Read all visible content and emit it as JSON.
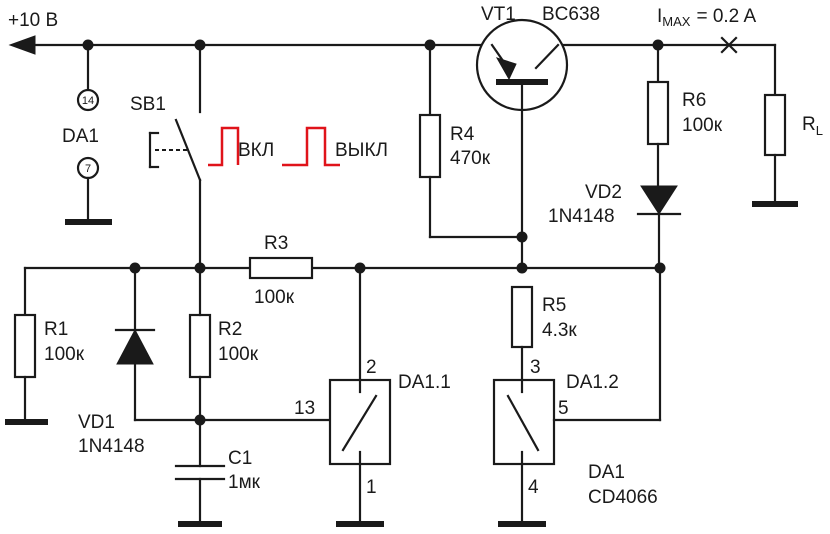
{
  "supply": {
    "label": "+10 В"
  },
  "current_limit": {
    "prefix": "I",
    "sub": "MAX",
    "value": "= 0.2 A"
  },
  "vt1": {
    "ref": "VT1",
    "part": "BC638"
  },
  "load": {
    "ref": "R",
    "sub": "L"
  },
  "da1_power": {
    "ref": "DA1",
    "pin_vcc": "14",
    "pin_gnd": "7"
  },
  "sb1": {
    "ref": "SB1"
  },
  "pulses": {
    "on": "ВКЛ",
    "off": "ВЫКЛ",
    "color": "#e0131a"
  },
  "r1": {
    "ref": "R1",
    "value": "100к"
  },
  "r2": {
    "ref": "R2",
    "value": "100к"
  },
  "r3": {
    "ref": "R3",
    "value": "100к"
  },
  "r4": {
    "ref": "R4",
    "value": "470к"
  },
  "r5": {
    "ref": "R5",
    "value": "4.3к"
  },
  "r6": {
    "ref": "R6",
    "value": "100к"
  },
  "vd1": {
    "ref": "VD1",
    "part": "1N4148"
  },
  "vd2": {
    "ref": "VD2",
    "part": "1N4148"
  },
  "c1": {
    "ref": "C1",
    "value": "1мк"
  },
  "da1_1": {
    "ref": "DA1.1",
    "pin_a": "2",
    "pin_ctrl": "13",
    "pin_b": "1"
  },
  "da1_2": {
    "ref": "DA1.2",
    "pin_a": "3",
    "pin_ctrl": "5",
    "pin_b": "4"
  },
  "da1": {
    "ref": "DA1",
    "part": "CD4066"
  }
}
